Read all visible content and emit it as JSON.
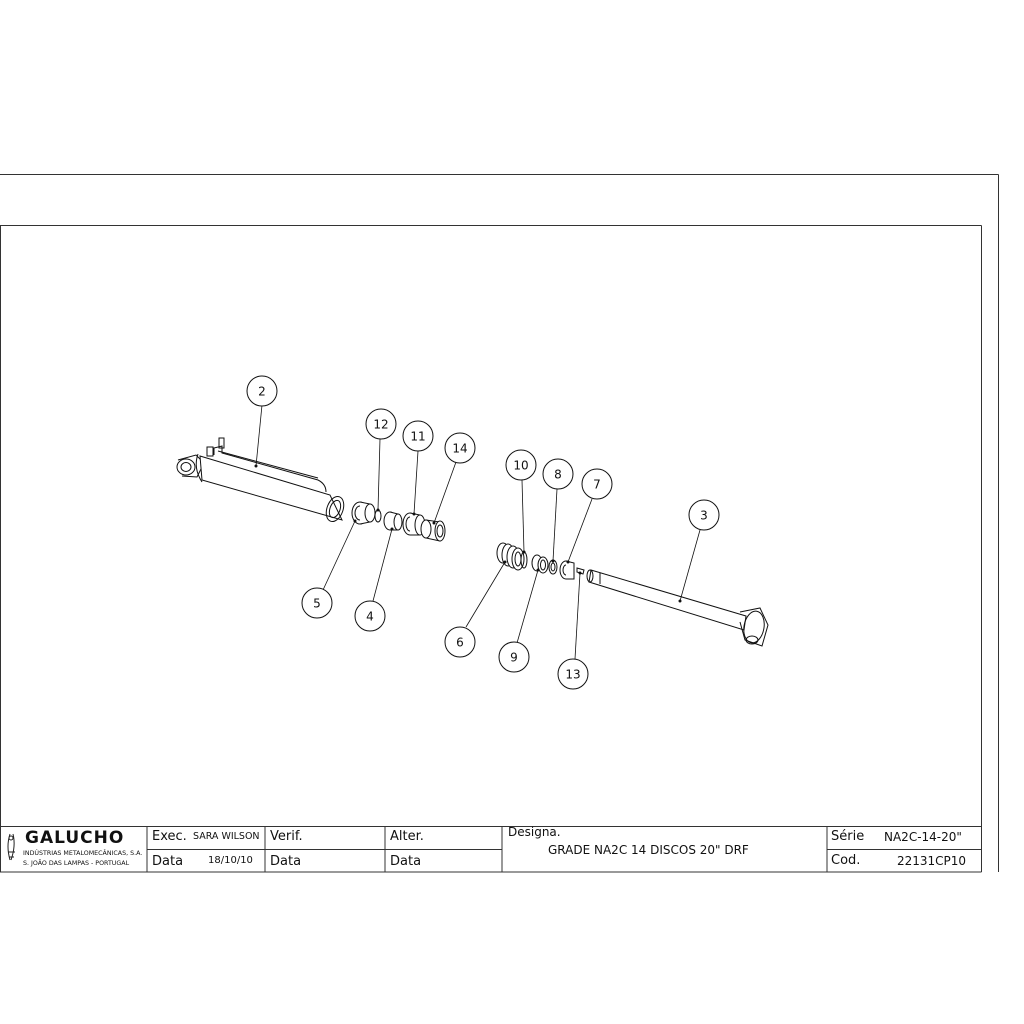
{
  "callouts": [
    "2",
    "12",
    "11",
    "14",
    "10",
    "8",
    "7",
    "3",
    "5",
    "4",
    "6",
    "9",
    "13"
  ],
  "title_block": {
    "company": "GALUCHO",
    "company_line1": "INDÚSTRIAS METALOMECÂNICAS, S.A.",
    "company_line2": "S. JOÃO DAS LAMPAS - PORTUGAL",
    "exec_label": "Exec.",
    "exec_value": "SARA WILSON",
    "data_label": "Data",
    "data_value": "18/10/10",
    "verif_label": "Verif.",
    "verif_data_label": "Data",
    "alter_label": "Alter.",
    "alter_data_label": "Data",
    "designa_label": "Designa.",
    "designa_value": "GRADE NA2C 14 DISCOS 20\" DRF",
    "serie_label": "Série",
    "serie_value": "NA2C-14-20\"",
    "cod_label": "Cod.",
    "cod_value": "22131CP10"
  }
}
